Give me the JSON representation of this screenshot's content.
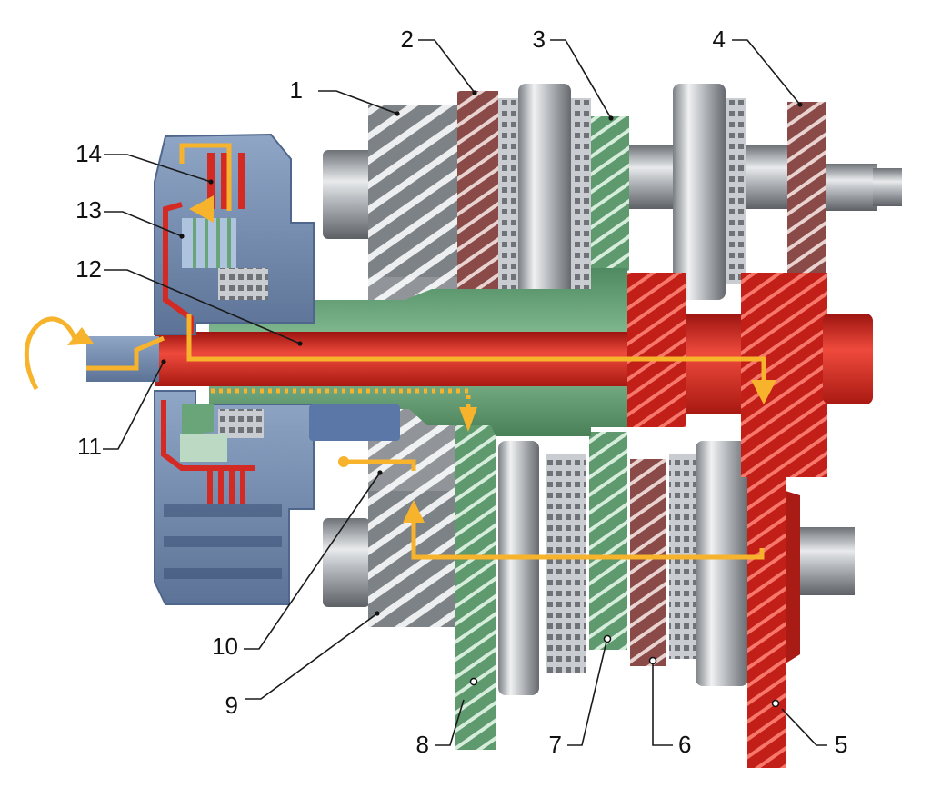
{
  "diagram": {
    "subject": "Dual-clutch transmission cutaway with power flow",
    "colors": {
      "odd_shaft": "#d42a24",
      "even_shaft": "#6aa57a",
      "clutch_housing": "#7c93b5",
      "steel": "#9aa0a6",
      "idle_gear_brown": "#8a4b48",
      "power_flow_arrow": "#f7b32b"
    },
    "callouts": [
      {
        "id": "1",
        "label": "1"
      },
      {
        "id": "2",
        "label": "2"
      },
      {
        "id": "3",
        "label": "3"
      },
      {
        "id": "4",
        "label": "4"
      },
      {
        "id": "5",
        "label": "5"
      },
      {
        "id": "6",
        "label": "6"
      },
      {
        "id": "7",
        "label": "7"
      },
      {
        "id": "8",
        "label": "8"
      },
      {
        "id": "9",
        "label": "9"
      },
      {
        "id": "10",
        "label": "10"
      },
      {
        "id": "11",
        "label": "11"
      },
      {
        "id": "12",
        "label": "12"
      },
      {
        "id": "13",
        "label": "13"
      },
      {
        "id": "14",
        "label": "14"
      }
    ]
  }
}
